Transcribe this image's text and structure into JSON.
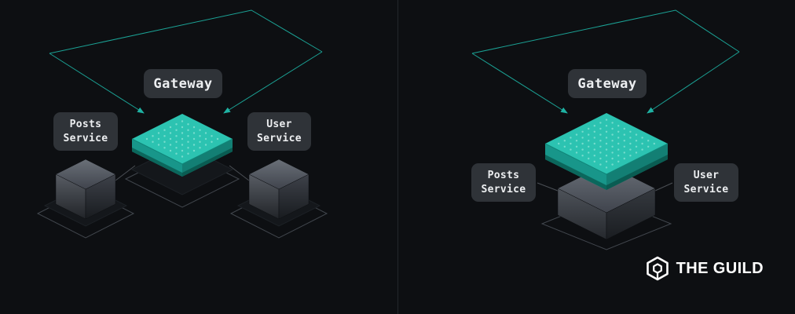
{
  "colors": {
    "background": "#0d0f12",
    "accent_teal": "#1fb2a3",
    "platform_top": "#2cc3b1",
    "chip_background": "#2f3338",
    "chip_text": "#edeff1"
  },
  "left_diagram": {
    "gateway_label": "Gateway",
    "posts_service_label": "Posts\nService",
    "user_service_label": "User\nService"
  },
  "right_diagram": {
    "gateway_label": "Gateway",
    "posts_service_label": "Posts\nService",
    "user_service_label": "User\nService"
  },
  "logo": {
    "text": "THE GUILD",
    "icon": "guild-hexagon-icon"
  }
}
